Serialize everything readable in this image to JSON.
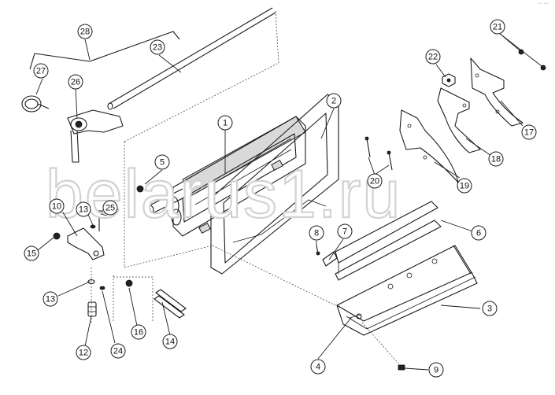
{
  "watermark": "belarus1.ru",
  "corner_mark": "— —",
  "callouts": [
    "1",
    "2",
    "3",
    "4",
    "5",
    "6",
    "7",
    "8",
    "9",
    "10",
    "12",
    "13",
    "13",
    "14",
    "15",
    "16",
    "17",
    "18",
    "19",
    "20",
    "21",
    "22",
    "23",
    "24",
    "25",
    "26",
    "27",
    "28"
  ]
}
